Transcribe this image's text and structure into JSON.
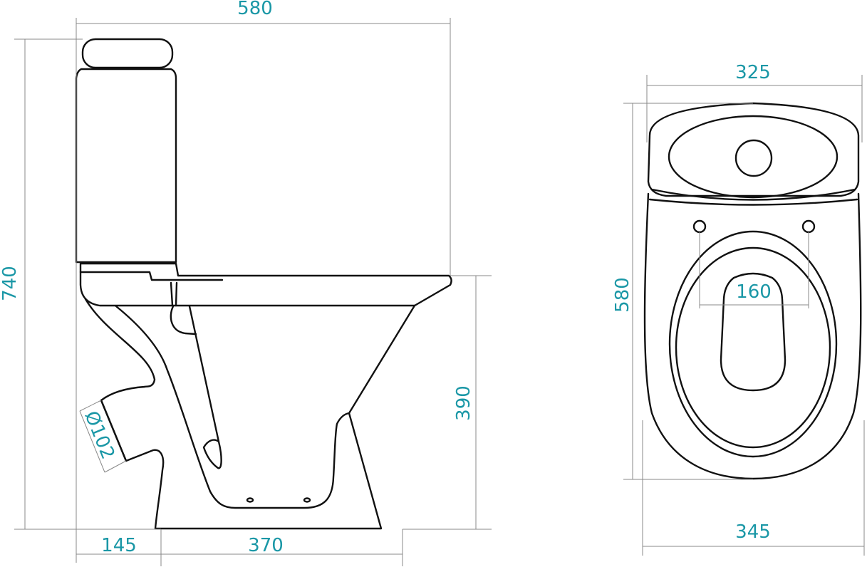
{
  "colors": {
    "dimension_text": "#1a97a6",
    "outline": "#111111",
    "dimension_line": "#888888"
  },
  "side_view": {
    "overall_length": "580",
    "overall_height": "740",
    "bowl_height": "390",
    "outlet_diameter": "Ø102",
    "outlet_offset": "145",
    "base_length": "370"
  },
  "top_view": {
    "tank_width": "325",
    "bowl_length": "580",
    "hinge_spacing": "160",
    "bowl_width": "345"
  }
}
